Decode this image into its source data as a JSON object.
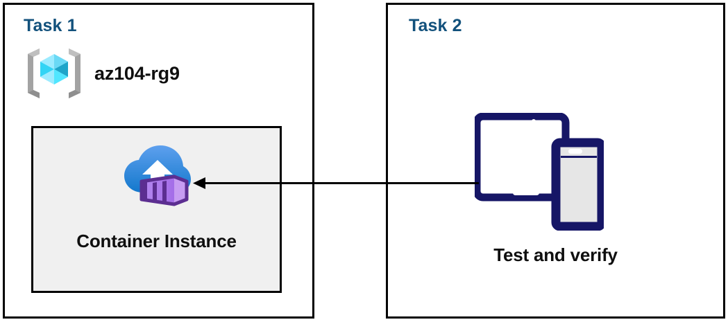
{
  "diagram": {
    "title": "Azure Container Instance task diagram",
    "background": "#ffffff"
  },
  "colors": {
    "panel_border": "#000000",
    "task_title": "#12517C",
    "label_text": "#0f0f0f",
    "card_background": "#f0f0f0",
    "arrow": "#000000",
    "device_navy": "#161666",
    "device_screen": "#e6e6e6",
    "cloud_blue_light": "#4d92e8",
    "cloud_blue_dark": "#1a7fd4",
    "container_purple_light": "#b07ae8",
    "container_purple_dark": "#5c2e91",
    "rg_bracket_gray": "#a3a3a3",
    "rg_cube_cyan": "#50e6ff"
  },
  "panels": [
    {
      "id": "task1",
      "title": "Task 1",
      "resource_group": {
        "icon": "resource-group-icon",
        "label": "az104-rg9"
      },
      "card": {
        "icon": "container-instance-icon",
        "label": "Container Instance"
      }
    },
    {
      "id": "task2",
      "title": "Task 2",
      "devices": {
        "icon": "devices-tablet-phone-icon",
        "label": "Test and verify"
      }
    }
  ],
  "connector": {
    "name": "arrow-task2-to-task1",
    "direction": "right-to-left",
    "from": "Test and verify",
    "to": "Container Instance"
  }
}
